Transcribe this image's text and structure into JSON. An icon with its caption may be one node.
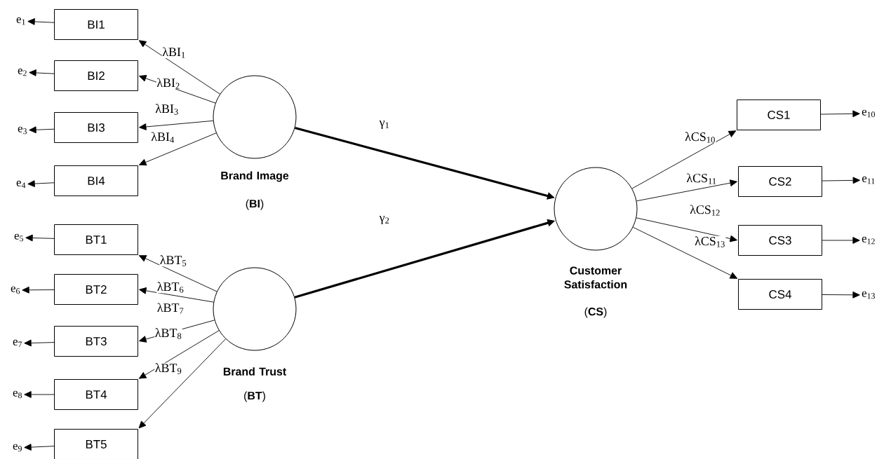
{
  "diagram": {
    "nodes": [
      {
        "text": [
          "BI1"
        ]
      },
      {
        "text": [
          "BI2"
        ]
      },
      {
        "text": [
          "BI3"
        ]
      },
      {
        "text": [
          "BI4"
        ]
      },
      {
        "text": [
          "BT1"
        ]
      },
      {
        "text": [
          "BT2"
        ]
      },
      {
        "text": [
          "BT3"
        ]
      },
      {
        "text": [
          "BT4"
        ]
      },
      {
        "text": [
          "BT5"
        ]
      },
      {
        "text": [
          "CS1"
        ]
      },
      {
        "text": [
          "CS2"
        ]
      },
      {
        "text": [
          "CS3"
        ]
      },
      {
        "text": [
          "CS4"
        ]
      },
      {
        "text": [
          "Brand Image",
          "(**BI**)"
        ]
      },
      {
        "text": [
          "Brand Trust",
          "(**BT**)"
        ]
      },
      {
        "text": [
          "Customer Satisfaction",
          "(**CS**)"
        ]
      },
      {
        "text": [
          "e$_{1}$"
        ]
      },
      {
        "text": [
          "e$_{2}$"
        ]
      },
      {
        "text": [
          "e$_{3}$"
        ]
      },
      {
        "text": [
          "e$_{4}$"
        ]
      },
      {
        "text": [
          "e$_{5}$"
        ]
      },
      {
        "text": [
          "e$_{6}$"
        ]
      },
      {
        "text": [
          "e$_{7}$"
        ]
      },
      {
        "text": [
          "e$_{8}$"
        ]
      },
      {
        "text": [
          "e$_{9}$"
        ]
      },
      {
        "text": [
          "e$_{10}$"
        ]
      },
      {
        "text": [
          "e$_{11}$"
        ]
      },
      {
        "text": [
          "e$_{12}$"
        ]
      },
      {
        "text": [
          "e$_{13}$"
        ]
      }
    ],
    "edges": [
      {
        "from": 13,
        "to": 0,
        "arrow": "to",
        "label": "λBI$_{1}$"
      },
      {
        "from": 13,
        "to": 1,
        "arrow": "to",
        "label": "λBI$_{2}$"
      },
      {
        "from": 13,
        "to": 2,
        "arrow": "to",
        "label": "λBI$_{3}$"
      },
      {
        "from": 13,
        "to": 3,
        "arrow": "to",
        "label": "λBI$_{4}$"
      },
      {
        "from": 14,
        "to": 4,
        "arrow": "to",
        "label": "λBT$_{5}$"
      },
      {
        "from": 14,
        "to": 5,
        "arrow": "to",
        "label": "λBT$_{6}$"
      },
      {
        "from": 14,
        "to": 6,
        "arrow": "to",
        "label": "λBT$_{7}$"
      },
      {
        "from": 14,
        "to": 7,
        "arrow": "to",
        "label": "λBT$_{8}$"
      },
      {
        "from": 14,
        "to": 8,
        "arrow": "to",
        "label": "λBT$_{9}$"
      },
      {
        "from": 15,
        "to": 9,
        "arrow": "to",
        "label": "λCS$_{10}$"
      },
      {
        "from": 15,
        "to": 10,
        "arrow": "to",
        "label": "λCS$_{11}$"
      },
      {
        "from": 15,
        "to": 11,
        "arrow": "to",
        "label": "λCS$_{12}$"
      },
      {
        "from": 15,
        "to": 12,
        "arrow": "to",
        "label": "λCS$_{13}$"
      },
      {
        "from": 13,
        "to": 15,
        "arrow": "to",
        "label": "γ$_{1}$",
        "style": "thick"
      },
      {
        "from": 14,
        "to": 15,
        "arrow": "to",
        "label": "γ$_{2}$",
        "style": "thick"
      },
      {
        "from": 0,
        "to": 16,
        "arrow": "to"
      },
      {
        "from": 1,
        "to": 17,
        "arrow": "to"
      },
      {
        "from": 2,
        "to": 18,
        "arrow": "to"
      },
      {
        "from": 3,
        "to": 19,
        "arrow": "to"
      },
      {
        "from": 4,
        "to": 20,
        "arrow": "to"
      },
      {
        "from": 5,
        "to": 21,
        "arrow": "to"
      },
      {
        "from": 6,
        "to": 22,
        "arrow": "to"
      },
      {
        "from": 7,
        "to": 23,
        "arrow": "to"
      },
      {
        "from": 8,
        "to": 24,
        "arrow": "to"
      },
      {
        "from": 9,
        "to": 25,
        "arrow": "to"
      },
      {
        "from": 10,
        "to": 26,
        "arrow": "to"
      },
      {
        "from": 11,
        "to": 27,
        "arrow": "to"
      },
      {
        "from": 12,
        "to": 28,
        "arrow": "to"
      }
    ]
  }
}
